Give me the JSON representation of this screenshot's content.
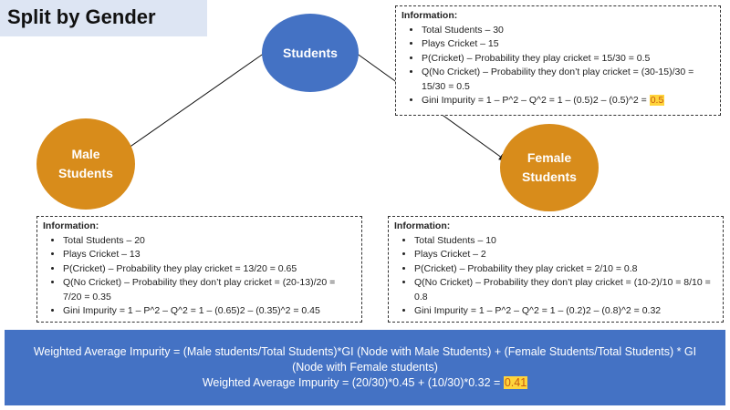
{
  "title": "Split by Gender",
  "colors": {
    "root": "#4472c4",
    "child": "#d88c1b",
    "title_bg": "#dde5f3",
    "highlight": "#ffd43b",
    "banner": "#4472c4"
  },
  "nodes": {
    "root": "Students",
    "male": "Male Students",
    "female": "Female Students"
  },
  "info_root": {
    "heading": "Information:",
    "items": [
      "Total Students – 30",
      "Plays Cricket – 15",
      "P(Cricket) – Probability they play cricket = 15/30 = 0.5",
      "Q(No Cricket) – Probability they don’t play cricket = (30-15)/30 = 15/30 = 0.5"
    ],
    "gini_prefix": "Gini Impurity = 1 – P^2 – Q^2 = 1 – (0.5)2 – (0.5)^2 = ",
    "gini_value": "0.5"
  },
  "info_male": {
    "heading": "Information:",
    "items": [
      "Total Students – 20",
      "Plays Cricket – 13",
      "P(Cricket) – Probability they play cricket = 13/20 = 0.65",
      "Q(No Cricket) – Probability they don’t play cricket = (20-13)/20 = 7/20 = 0.35",
      "Gini Impurity = 1 – P^2 – Q^2 = 1 – (0.65)2 – (0.35)^2 = 0.45"
    ]
  },
  "info_female": {
    "heading": "Information:",
    "items": [
      "Total Students – 10",
      "Plays Cricket – 2",
      "P(Cricket) – Probability they play cricket = 2/10 = 0.8",
      "Q(No Cricket) – Probability they don’t play cricket = (10-2)/10 = 8/10 = 0.8",
      "Gini Impurity = 1 – P^2 – Q^2 = 1 – (0.2)2 – (0.8)^2 = 0.32"
    ]
  },
  "weighted": {
    "line1": "Weighted Average Impurity = (Male students/Total Students)*GI (Node with Male Students) + (Female Students/Total Students) * GI (Node with Female students)",
    "line2_prefix": "Weighted Average Impurity = (20/30)*0.45  + (10/30)*0.32  = ",
    "line2_value": "0.41"
  }
}
